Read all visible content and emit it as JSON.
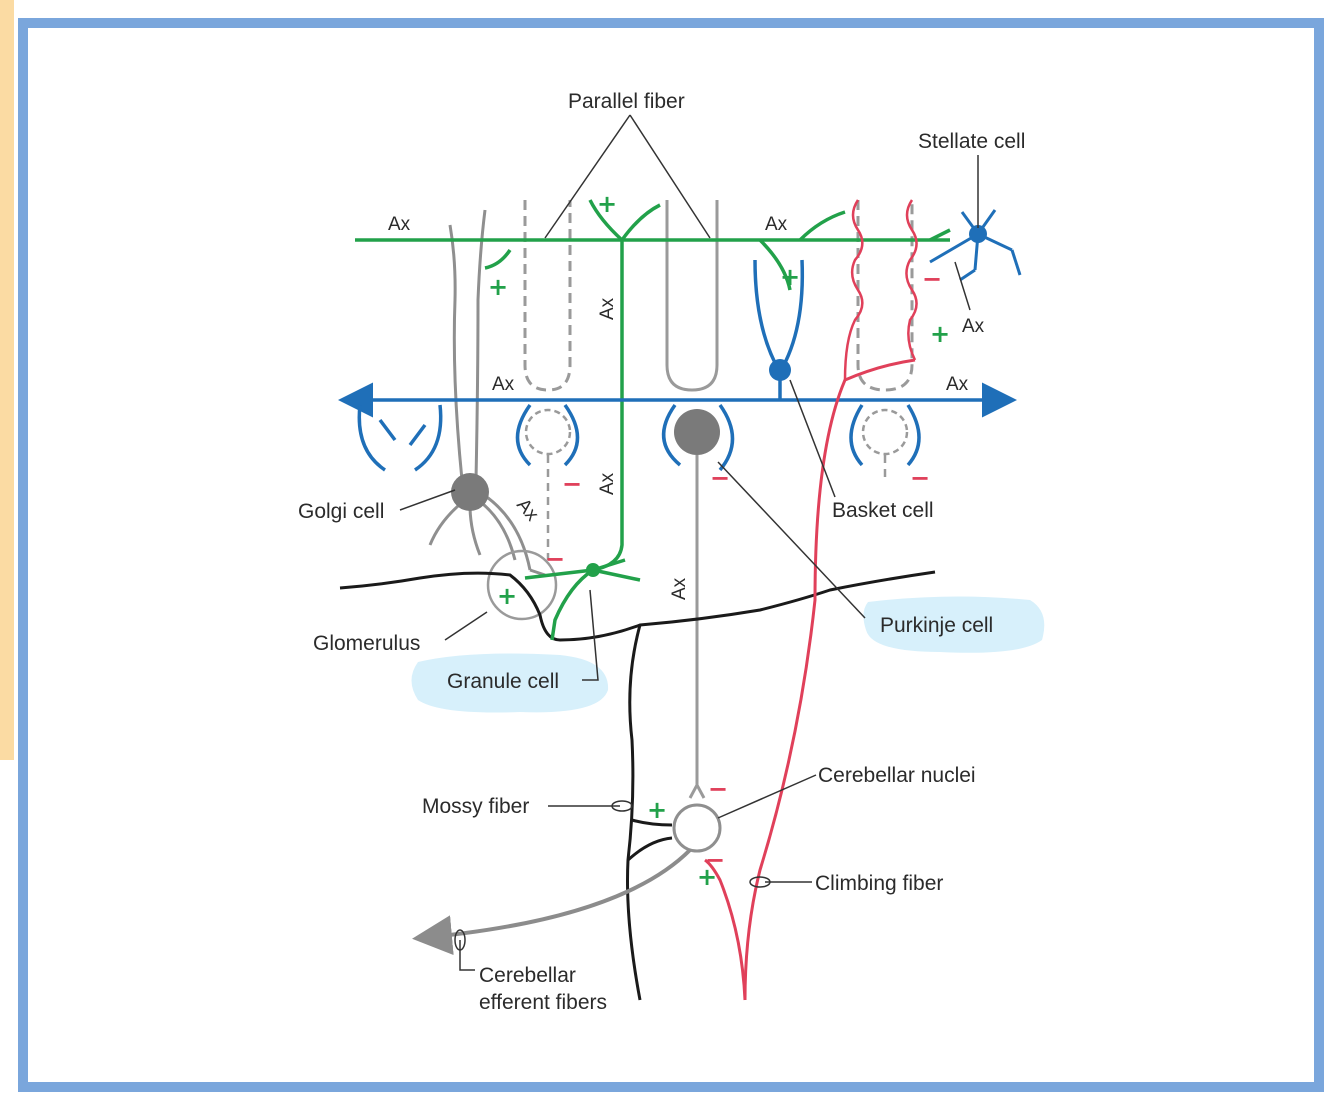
{
  "labels": {
    "parallel_fiber": "Parallel fiber",
    "stellate_cell": "Stellate cell",
    "golgi_cell": "Golgi cell",
    "basket_cell": "Basket cell",
    "glomerulus": "Glomerulus",
    "purkinje_cell": "Purkinje cell",
    "granule_cell": "Granule cell",
    "mossy_fiber": "Mossy fiber",
    "cerebellar_nuclei": "Cerebellar nuclei",
    "climbing_fiber": "Climbing fiber",
    "efferent_line1": "Cerebellar",
    "efferent_line2": "efferent fibers",
    "ax": "Ax"
  },
  "signs": {
    "plus": "+",
    "minus": "−"
  },
  "colors": {
    "granule_green": "#22a14a",
    "basket_blue": "#1f6fb8",
    "climbing_red": "#e0405a",
    "purkinje_gray": "#8c8c8c",
    "mossy_black": "#1a1a1a",
    "highlight": "#d7f0fb",
    "frame": "#7aa6dc"
  }
}
